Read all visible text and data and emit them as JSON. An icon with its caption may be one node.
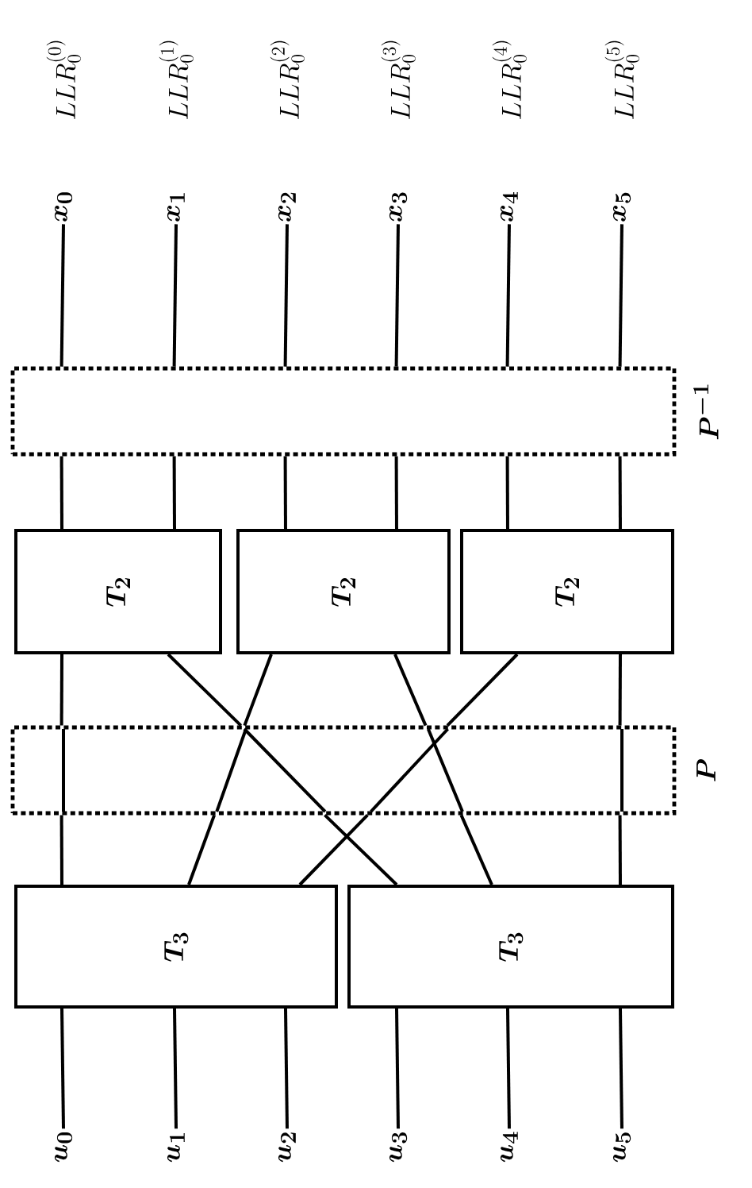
{
  "diagram": {
    "nodes": [
      {
        "text": [
          "x_0"
        ],
        "beside": [
          "LLR_0^{(0)}"
        ]
      },
      {
        "text": [
          "x_1"
        ],
        "beside": [
          "LLR_0^{(1)}"
        ]
      },
      {
        "text": [
          "x_2"
        ],
        "beside": [
          "LLR_0^{(2)}"
        ]
      },
      {
        "text": [
          "x_3"
        ],
        "beside": [
          "LLR_0^{(3)}"
        ]
      },
      {
        "text": [
          "x_4"
        ],
        "beside": [
          "LLR_0^{(4)}"
        ]
      },
      {
        "text": [
          "x_5"
        ],
        "beside": [
          "LLR_0^{(5)}"
        ]
      },
      {
        "text": [
          "P^{-1}"
        ]
      },
      {
        "text": [
          "T_2"
        ]
      },
      {
        "text": [
          "T_2"
        ]
      },
      {
        "text": [
          "T_2"
        ]
      },
      {
        "text": [
          "P"
        ]
      },
      {
        "text": [
          "T_3"
        ]
      },
      {
        "text": [
          "T_3"
        ]
      },
      {
        "text": [
          "u_0"
        ]
      },
      {
        "text": [
          "u_1"
        ]
      },
      {
        "text": [
          "u_2"
        ]
      },
      {
        "text": [
          "u_3"
        ]
      },
      {
        "text": [
          "u_4"
        ]
      },
      {
        "text": [
          "u_5"
        ]
      }
    ],
    "edges": [
      {
        "from": 0,
        "to": 6,
        "arrow": "none"
      },
      {
        "from": 1,
        "to": 6,
        "arrow": "none"
      },
      {
        "from": 2,
        "to": 6,
        "arrow": "none"
      },
      {
        "from": 3,
        "to": 6,
        "arrow": "none"
      },
      {
        "from": 4,
        "to": 6,
        "arrow": "none"
      },
      {
        "from": 5,
        "to": 6,
        "arrow": "none"
      },
      {
        "from": 6,
        "to": 7,
        "arrow": "none"
      },
      {
        "from": 6,
        "to": 7,
        "arrow": "none"
      },
      {
        "from": 6,
        "to": 8,
        "arrow": "none"
      },
      {
        "from": 6,
        "to": 8,
        "arrow": "none"
      },
      {
        "from": 6,
        "to": 9,
        "arrow": "none"
      },
      {
        "from": 6,
        "to": 9,
        "arrow": "none"
      },
      {
        "from": 7,
        "to": 10,
        "arrow": "none"
      },
      {
        "from": 7,
        "to": 10,
        "arrow": "none"
      },
      {
        "from": 8,
        "to": 10,
        "arrow": "none"
      },
      {
        "from": 8,
        "to": 10,
        "arrow": "none"
      },
      {
        "from": 9,
        "to": 10,
        "arrow": "none"
      },
      {
        "from": 9,
        "to": 10,
        "arrow": "none"
      },
      {
        "from": 10,
        "to": 11,
        "arrow": "none"
      },
      {
        "from": 10,
        "to": 11,
        "arrow": "none"
      },
      {
        "from": 10,
        "to": 11,
        "arrow": "none"
      },
      {
        "from": 10,
        "to": 12,
        "arrow": "none"
      },
      {
        "from": 10,
        "to": 12,
        "arrow": "none"
      },
      {
        "from": 10,
        "to": 12,
        "arrow": "none"
      },
      {
        "from": 11,
        "to": 13,
        "arrow": "none"
      },
      {
        "from": 11,
        "to": 14,
        "arrow": "none"
      },
      {
        "from": 11,
        "to": 15,
        "arrow": "none"
      },
      {
        "from": 12,
        "to": 16,
        "arrow": "none"
      },
      {
        "from": 12,
        "to": 17,
        "arrow": "none"
      },
      {
        "from": 12,
        "to": 18,
        "arrow": "none"
      }
    ]
  }
}
